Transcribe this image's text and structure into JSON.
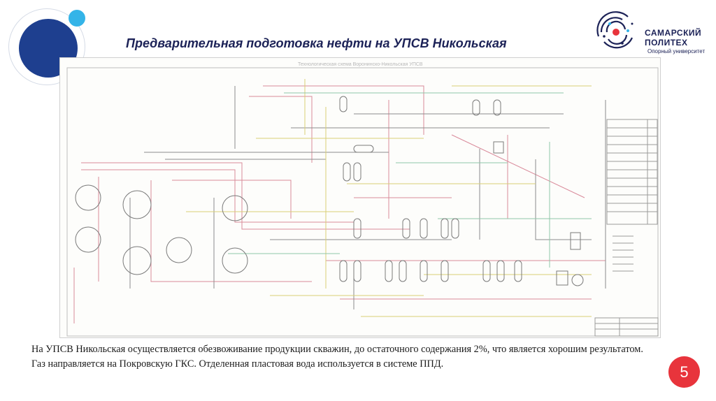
{
  "slide": {
    "title": "Предварительная подготовка нефти на УПСВ Никольская",
    "page_number": "5",
    "logo": {
      "line1": "САМАРСКИЙ",
      "line2": "ПОЛИТЕХ",
      "subtitle": "Опорный университет"
    },
    "scheme": {
      "caption": "Технологическая схема Воронинско-Никольская УПСВ"
    },
    "paragraphs": [
      "На УПСВ Никольская осуществляется обезвоживание продукции скважин, до остаточного содержания 2%, что является хорошим результатом.",
      "Газ направляется на Покровскую ГКС. Отделенная пластовая вода используется в системе ППД."
    ],
    "colors": {
      "title": "#1c2257",
      "deco_circle_dark": "#1e3f8f",
      "deco_circle_light": "#34b4e8",
      "page_badge": "#e8343c"
    }
  }
}
